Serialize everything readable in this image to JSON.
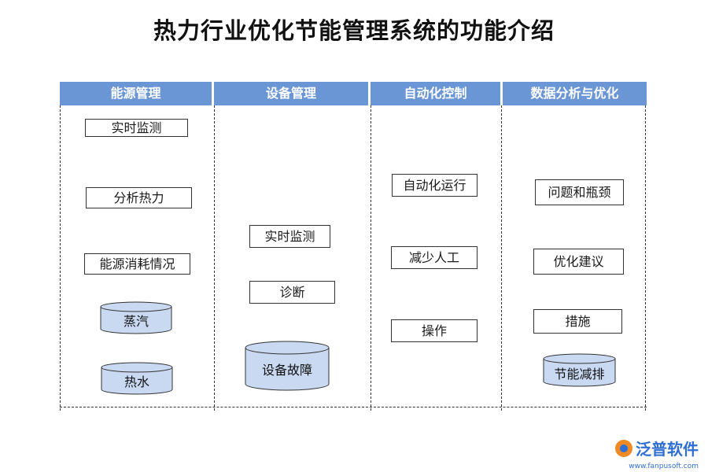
{
  "title": "热力行业优化节能管理系统的功能介绍",
  "columns": [
    {
      "header": "能源管理",
      "boxes": [
        "实时监测",
        "分析热力",
        "能源消耗情况"
      ],
      "cylinders": [
        "蒸汽",
        "热水"
      ]
    },
    {
      "header": "设备管理",
      "boxes": [
        "实时监测",
        "诊断"
      ],
      "cylinders": [
        "设备故障"
      ]
    },
    {
      "header": "自动化控制",
      "boxes": [
        "自动化运行",
        "减少人工",
        "操作"
      ],
      "cylinders": []
    },
    {
      "header": "数据分析与优化",
      "boxes": [
        "问题和瓶颈",
        "优化建议",
        "措施"
      ],
      "cylinders": [
        "节能减排"
      ]
    }
  ],
  "watermark": {
    "brand": "泛普软件",
    "url": "www.fanpusoft.com",
    "icon": "fanpu-logo-icon"
  },
  "colors": {
    "header_bg": "#6b96d6",
    "cylinder_fill": "#c9d9f2",
    "brand": "#2f6fd4"
  }
}
